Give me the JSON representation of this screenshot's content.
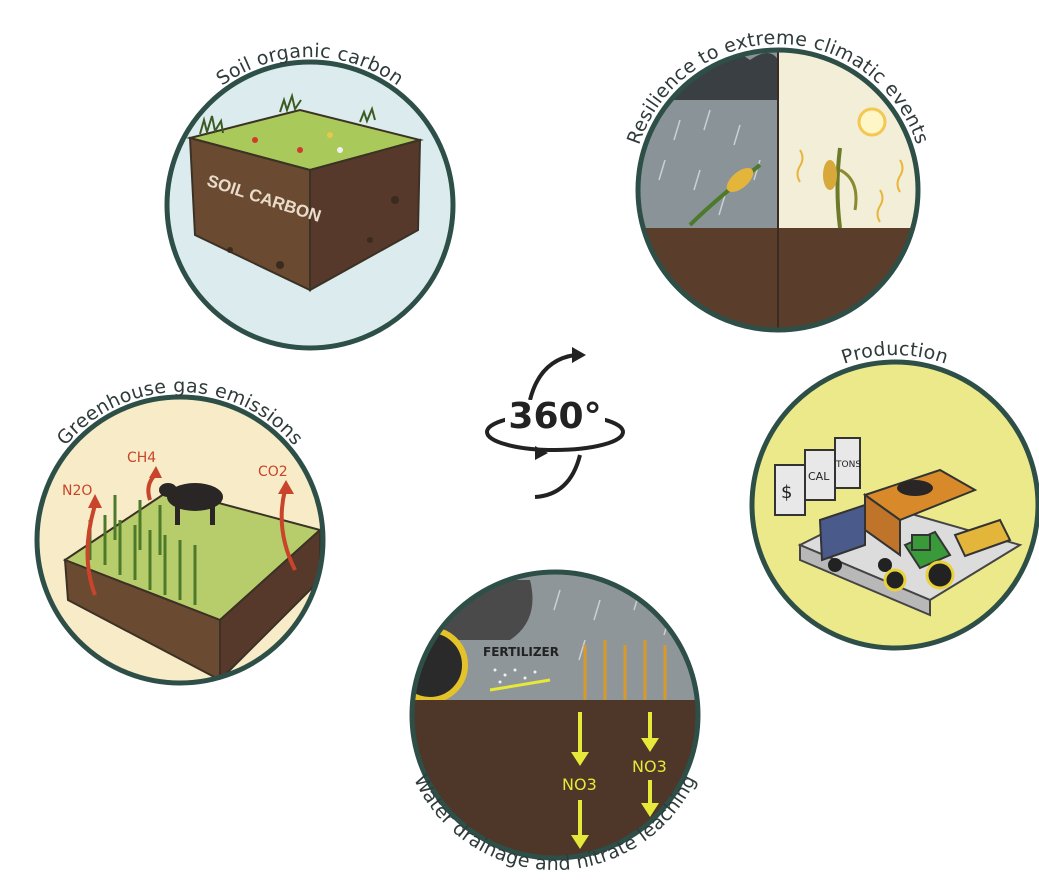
{
  "panels": {
    "soil": {
      "label": "Soil organic carbon",
      "block_text": "SOIL CARBON",
      "color": "#dcecee"
    },
    "resilience": {
      "label": "Resilience to extreme climatic events"
    },
    "ghg": {
      "label": "Greenhouse gas emissions",
      "n2o": "N2O",
      "ch4": "CH4",
      "co2": "CO2",
      "color": "#f8ecc8"
    },
    "production": {
      "label": "Production",
      "sign_dollar": "$",
      "sign_cal": "CAL",
      "sign_tons": "TONS",
      "color": "#ece98a"
    },
    "water": {
      "label": "Water drainage and nitrate leaching",
      "fertilizer": "FERTILIZER",
      "no3": "NO3",
      "no3_b": "NO3"
    }
  },
  "center": {
    "text": "360°"
  },
  "colors": {
    "ring": "#2e4f48",
    "soil": "#5a3d2b",
    "grass": "#9cc24f",
    "arrow_red": "#c8442a",
    "arrow_yellow": "#e6e83a"
  }
}
